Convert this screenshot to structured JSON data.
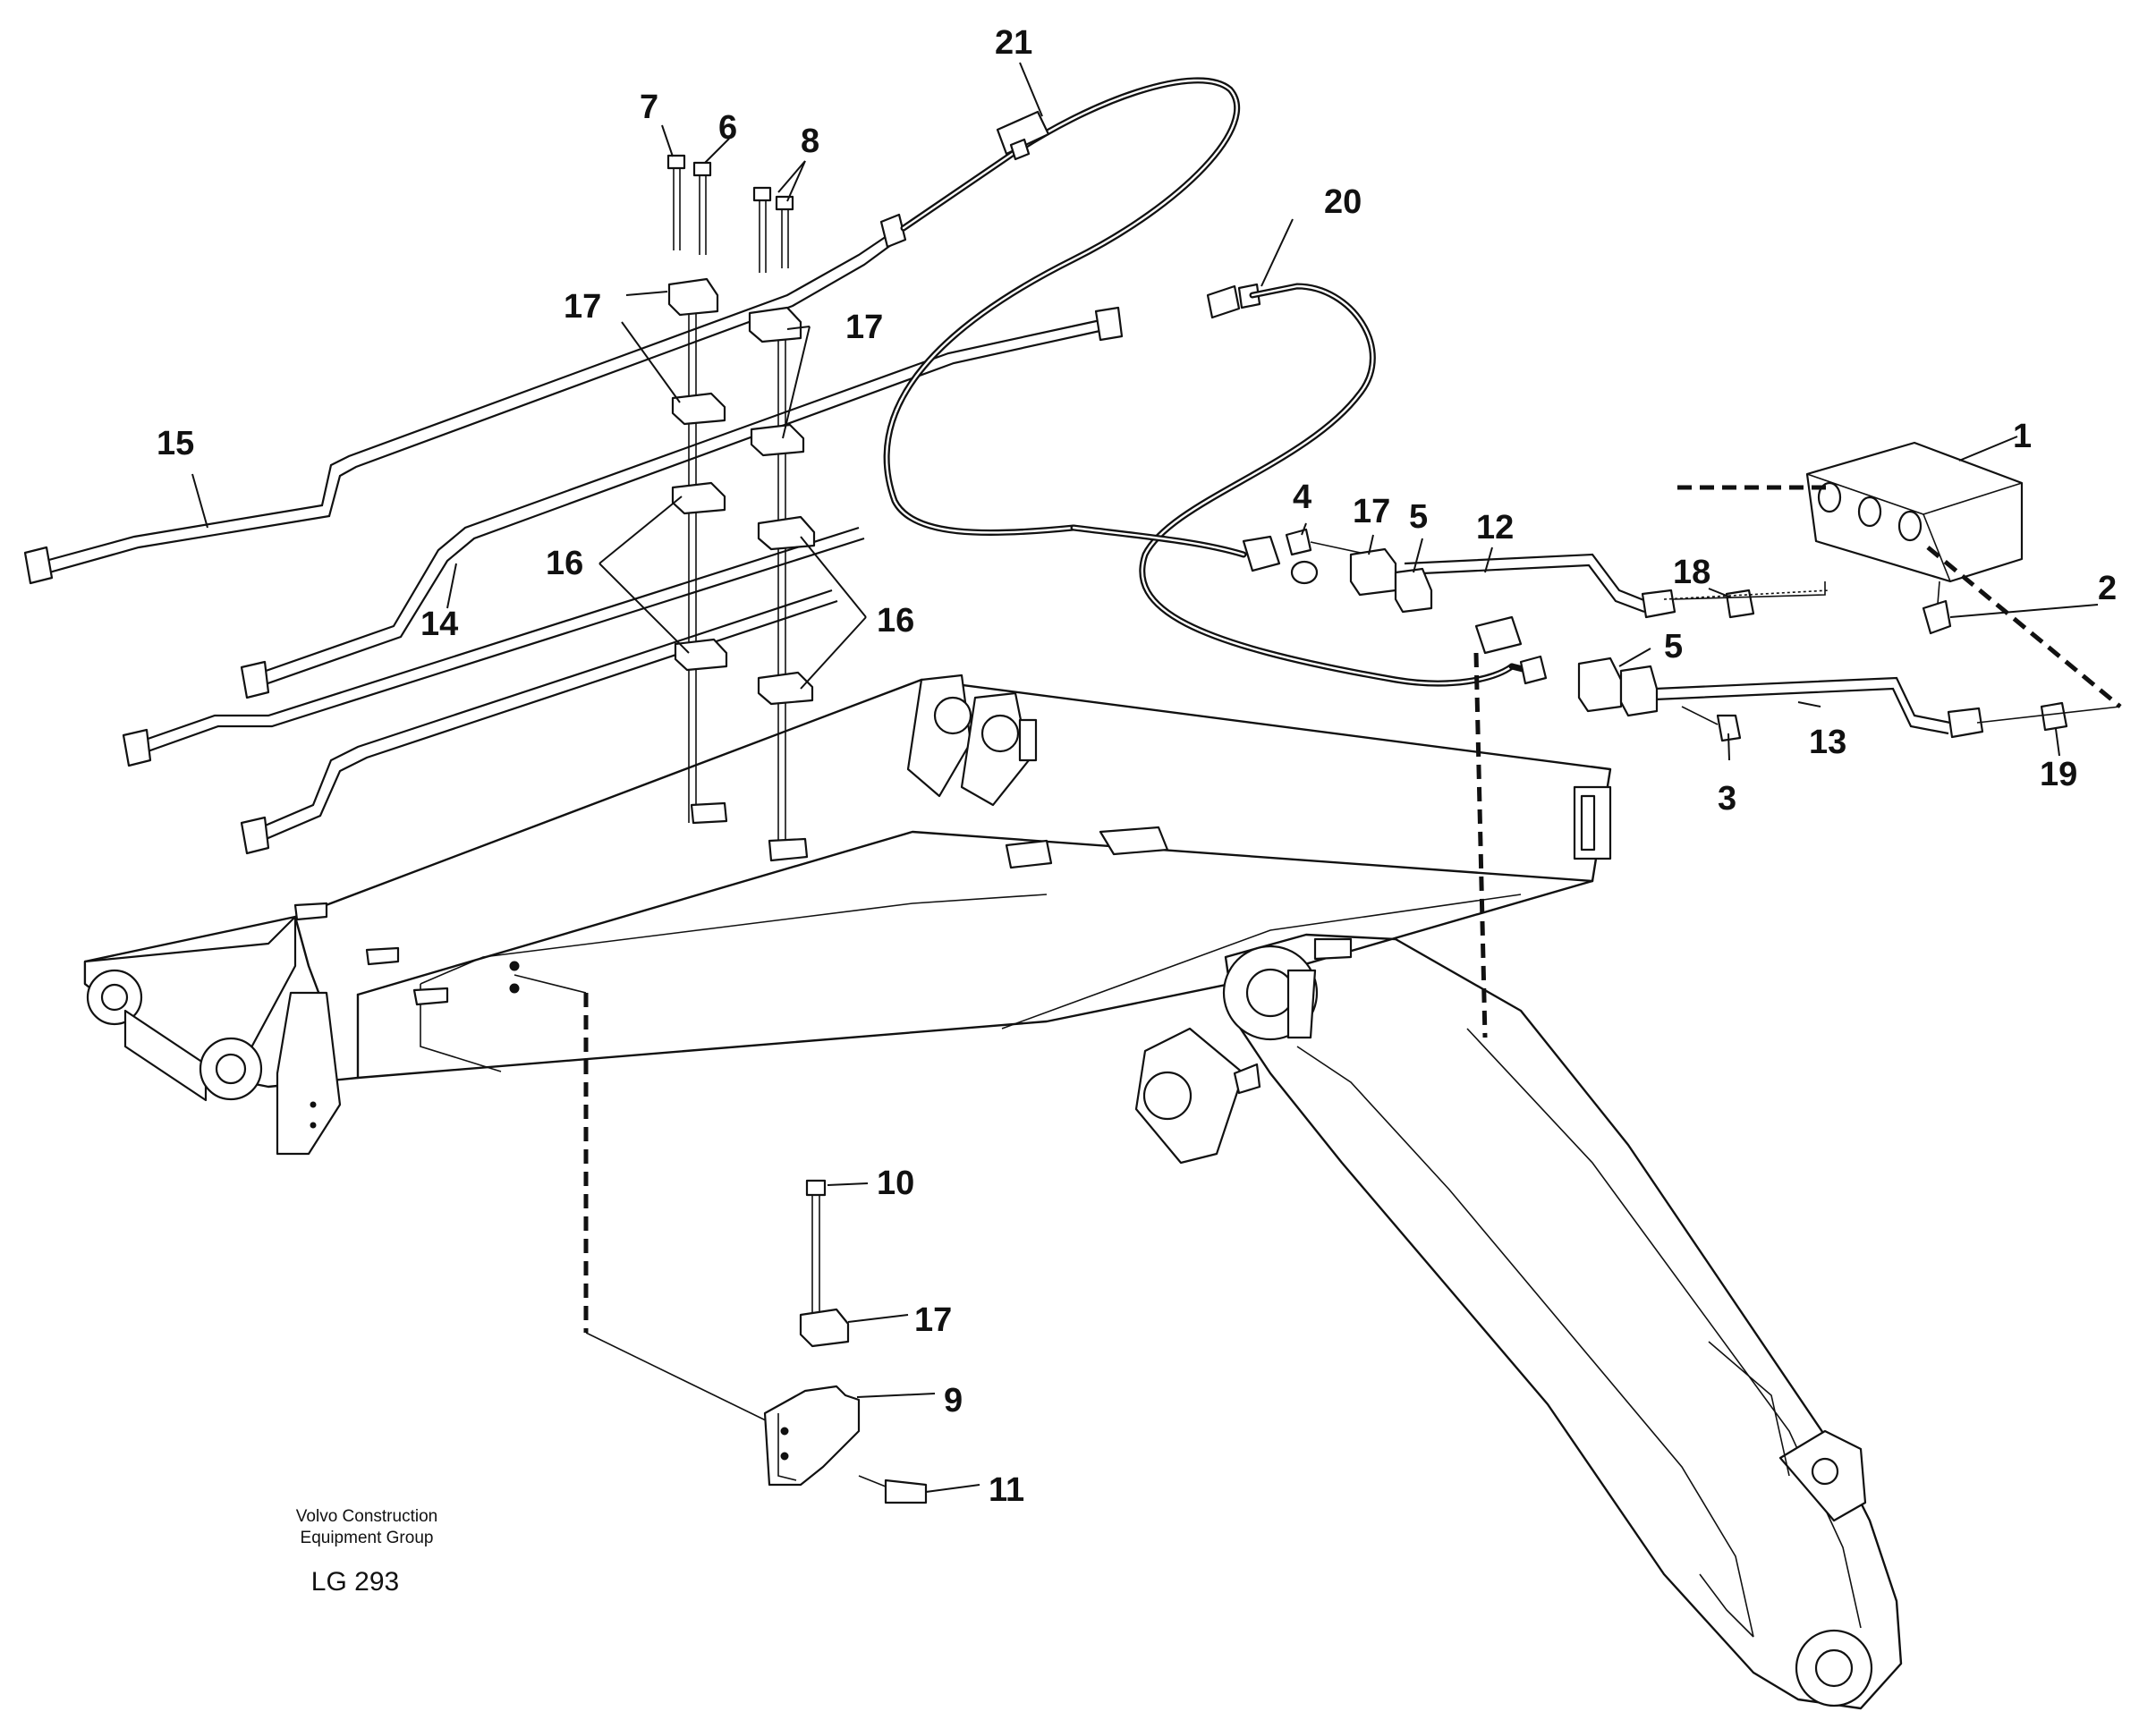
{
  "callouts": [
    {
      "id": "1",
      "label": "1"
    },
    {
      "id": "2",
      "label": "2"
    },
    {
      "id": "3",
      "label": "3"
    },
    {
      "id": "4",
      "label": "4"
    },
    {
      "id": "5a",
      "label": "5"
    },
    {
      "id": "5b",
      "label": "5"
    },
    {
      "id": "6",
      "label": "6"
    },
    {
      "id": "7",
      "label": "7"
    },
    {
      "id": "8",
      "label": "8"
    },
    {
      "id": "9",
      "label": "9"
    },
    {
      "id": "10",
      "label": "10"
    },
    {
      "id": "11",
      "label": "11"
    },
    {
      "id": "12",
      "label": "12"
    },
    {
      "id": "13",
      "label": "13"
    },
    {
      "id": "14",
      "label": "14"
    },
    {
      "id": "15",
      "label": "15"
    },
    {
      "id": "16a",
      "label": "16"
    },
    {
      "id": "16b",
      "label": "16"
    },
    {
      "id": "17a",
      "label": "17"
    },
    {
      "id": "17b",
      "label": "17"
    },
    {
      "id": "17c",
      "label": "17"
    },
    {
      "id": "17d",
      "label": "17"
    },
    {
      "id": "18",
      "label": "18"
    },
    {
      "id": "19",
      "label": "19"
    },
    {
      "id": "20",
      "label": "20"
    },
    {
      "id": "21",
      "label": "21"
    }
  ],
  "footer": {
    "publisher_line1": "Volvo Construction",
    "publisher_line2": "Equipment Group",
    "figure_code": "LG 293"
  }
}
